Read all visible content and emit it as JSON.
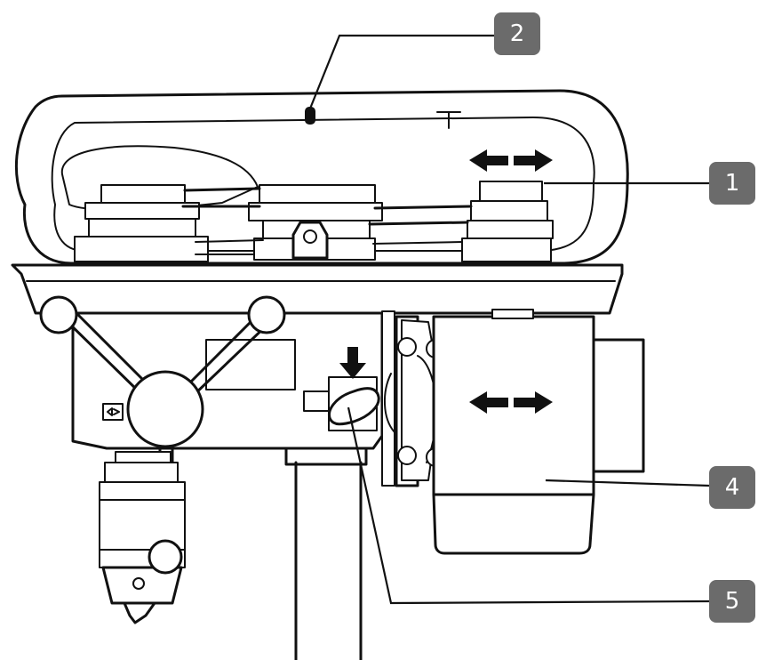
{
  "colors": {
    "line": "#111111",
    "badge_fill": "#6b6b6b",
    "badge_text": "#ffffff",
    "background": "#ffffff"
  },
  "callouts": [
    {
      "id": "1",
      "label": "1"
    },
    {
      "id": "2",
      "label": "2"
    },
    {
      "id": "4",
      "label": "4"
    },
    {
      "id": "5",
      "label": "5"
    }
  ],
  "icons": {
    "belt_tension_arrows": "double-arrow-horizontal-icon",
    "motor_shift_arrows": "double-arrow-horizontal-icon",
    "lock_press_arrow": "arrow-down-icon"
  }
}
